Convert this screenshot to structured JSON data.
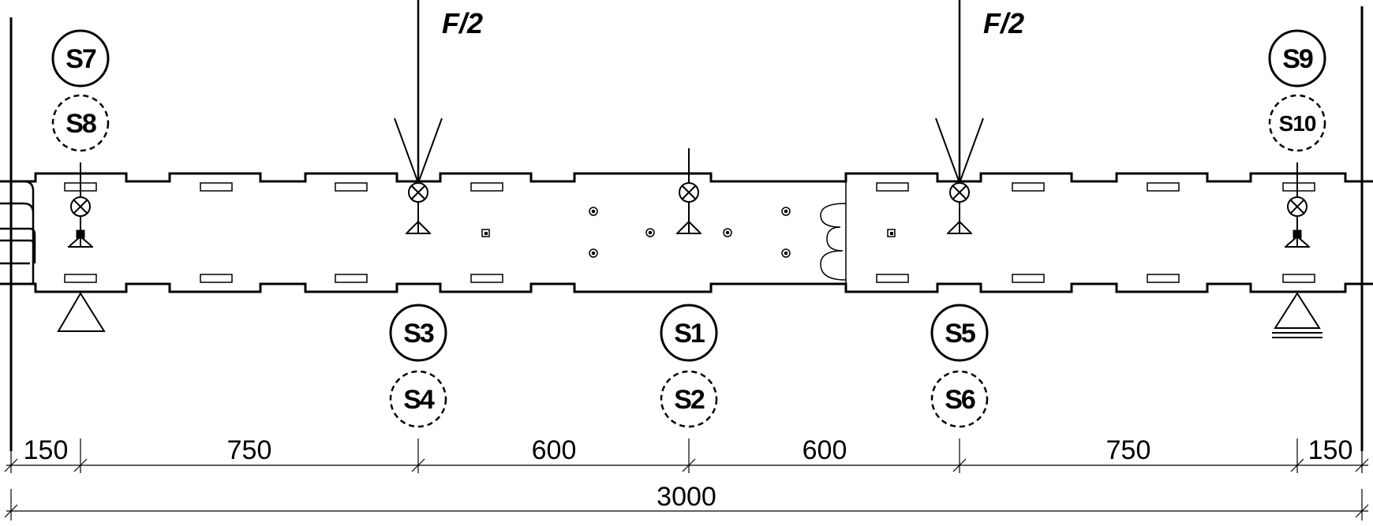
{
  "loads": [
    {
      "label": "F/2"
    },
    {
      "label": "F/2"
    }
  ],
  "sensors_top": [
    {
      "solid": "S7",
      "dashed": "S8"
    },
    {
      "solid": "S9",
      "dashed": "S10"
    }
  ],
  "sensors_bottom": [
    {
      "solid": "S3",
      "dashed": "S4"
    },
    {
      "solid": "S1",
      "dashed": "S2"
    },
    {
      "solid": "S5",
      "dashed": "S6"
    }
  ],
  "dimensions": {
    "segments": [
      "150",
      "750",
      "600",
      "600",
      "750",
      "150"
    ],
    "total": "3000"
  },
  "supports": {
    "left": "pin",
    "right": "roller"
  }
}
